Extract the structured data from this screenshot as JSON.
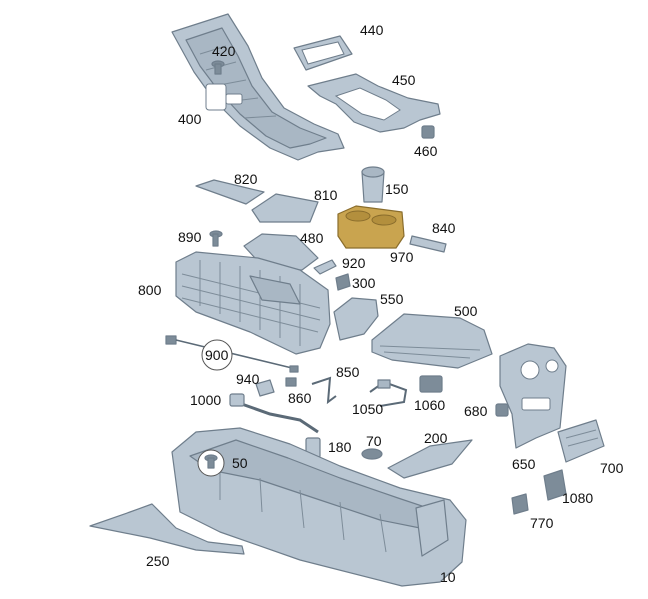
{
  "labels": {
    "p10": "10",
    "p50": "50",
    "p70": "70",
    "p150": "150",
    "p180": "180",
    "p200": "200",
    "p250": "250",
    "p300": "300",
    "p400": "400",
    "p420": "420",
    "p440": "440",
    "p450": "450",
    "p460": "460",
    "p480": "480",
    "p500": "500",
    "p550": "550",
    "p650": "650",
    "p680": "680",
    "p700": "700",
    "p770": "770",
    "p800": "800",
    "p810": "810",
    "p820": "820",
    "p840": "840",
    "p850": "850",
    "p860": "860",
    "p890": "890",
    "p900": "900",
    "p920": "920",
    "p940": "940",
    "p970": "970",
    "p1000": "1000",
    "p1050": "1050",
    "p1060": "1060",
    "p1080": "1080"
  },
  "colors": {
    "part_fill": "#b9c6d2",
    "part_stroke": "#6f7e8c",
    "highlight_part": "#c9a44f",
    "label_text": "#111111"
  }
}
